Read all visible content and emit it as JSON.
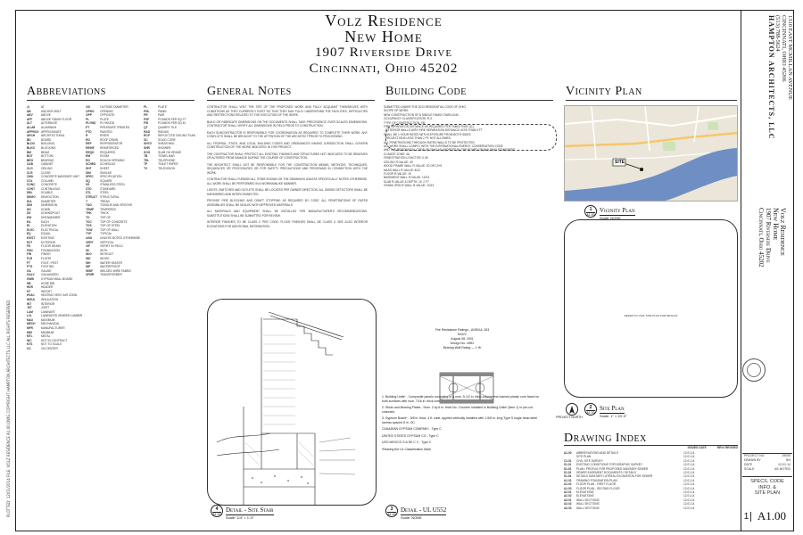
{
  "project": {
    "name": "Volz Residence",
    "subtitle": "New Home",
    "street": "1907 Riverside Drive",
    "city": "Cincinnati, Ohio  45202"
  },
  "sections": {
    "abbreviations": "Abbreviations",
    "general_notes": "General Notes",
    "building_code": "Building Code",
    "vicinity_plan": "Vicinity Plan",
    "drawing_index": "Drawing Index"
  },
  "abbreviations": [
    [
      {
        "k": "@",
        "v": "AT"
      },
      {
        "k": "AB",
        "v": "ANCHOR BOLT"
      },
      {
        "k": "ABV",
        "v": "ABOVE"
      },
      {
        "k": "AFF",
        "v": "ABOVE FINISH FLOOR"
      },
      {
        "k": "ALT",
        "v": "ALTERNATE"
      },
      {
        "k": "ALUM",
        "v": "ALUMINUM"
      },
      {
        "k": "APPROX",
        "v": "APPROXIMATE"
      },
      {
        "k": "ARCH",
        "v": "ARCHITECTURAL"
      },
      {
        "k": "BD",
        "v": "BOARD"
      },
      {
        "k": "BLDG",
        "v": "BUILDING"
      },
      {
        "k": "BLKG",
        "v": "BLOCKING"
      },
      {
        "k": "BM",
        "v": "BEAM"
      },
      {
        "k": "BOT",
        "v": "BOTTOM"
      },
      {
        "k": "BRG",
        "v": "BEARING"
      },
      {
        "k": "CAB",
        "v": "CABINET"
      },
      {
        "k": "CLG",
        "v": "CEILING"
      },
      {
        "k": "CLR",
        "v": "CLEAR"
      },
      {
        "k": "CMU",
        "v": "CONCRETE MASONRY UNIT"
      },
      {
        "k": "COL",
        "v": "COLUMN"
      },
      {
        "k": "CONC",
        "v": "CONCRETE"
      },
      {
        "k": "CONT",
        "v": "CONTINUOUS"
      },
      {
        "k": "DBL",
        "v": "DOUBLE"
      },
      {
        "k": "DEMO",
        "v": "DEMOLITION"
      },
      {
        "k": "DIA",
        "v": "DIAMETER"
      },
      {
        "k": "DIM",
        "v": "DIMENSION"
      },
      {
        "k": "DN",
        "v": "DOWN"
      },
      {
        "k": "DS",
        "v": "DOWNSPOUT"
      },
      {
        "k": "DW",
        "v": "DISHWASHER"
      },
      {
        "k": "EA",
        "v": "EACH"
      },
      {
        "k": "EL",
        "v": "ELEVATION"
      },
      {
        "k": "ELEC",
        "v": "ELECTRICAL"
      },
      {
        "k": "EQ",
        "v": "EQUAL"
      },
      {
        "k": "EXIST",
        "v": "EXISTING"
      },
      {
        "k": "EXT",
        "v": "EXTERIOR"
      },
      {
        "k": "FD",
        "v": "FLOOR DRAIN"
      },
      {
        "k": "FDN",
        "v": "FOUNDATION"
      },
      {
        "k": "FIN",
        "v": "FINISH"
      },
      {
        "k": "FLR",
        "v": "FLOOR"
      },
      {
        "k": "FT",
        "v": "FOOT / FEET"
      },
      {
        "k": "FTG",
        "v": "FOOTING"
      },
      {
        "k": "GA",
        "v": "GAUGE"
      },
      {
        "k": "GALV",
        "v": "GALVANIZED"
      },
      {
        "k": "GWB",
        "v": "GYPSUM WALL BOARD"
      },
      {
        "k": "HB",
        "v": "HOSE BIB"
      },
      {
        "k": "HDR",
        "v": "HEADER"
      },
      {
        "k": "HT",
        "v": "HEIGHT"
      },
      {
        "k": "HVAC",
        "v": "HEATING VENT. AIR COND."
      },
      {
        "k": "INSUL",
        "v": "INSULATION"
      },
      {
        "k": "INT",
        "v": "INTERIOR"
      },
      {
        "k": "JST",
        "v": "JOIST"
      },
      {
        "k": "LAM",
        "v": "LAMINATE"
      },
      {
        "k": "LVL",
        "v": "LAMINATED VENEER LUMBER"
      },
      {
        "k": "MAX",
        "v": "MAXIMUM"
      },
      {
        "k": "MECH",
        "v": "MECHANICAL"
      },
      {
        "k": "MFR",
        "v": "MANUFACTURER"
      },
      {
        "k": "MIN",
        "v": "MINIMUM"
      },
      {
        "k": "MTL",
        "v": "METAL"
      },
      {
        "k": "NIC",
        "v": "NOT IN CONTRACT"
      },
      {
        "k": "NTS",
        "v": "NOT TO SCALE"
      },
      {
        "k": "OC",
        "v": "ON CENTER"
      }
    ],
    [
      {
        "k": "OD",
        "v": "OUTSIDE DIAMETER"
      },
      {
        "k": "OPNG",
        "v": "OPENING"
      },
      {
        "k": "OPP",
        "v": "OPPOSITE"
      },
      {
        "k": "PL",
        "v": "PLATE"
      },
      {
        "k": "PLYWD",
        "v": "PLYWOOD"
      },
      {
        "k": "PT",
        "v": "PRESSURE TREATED"
      },
      {
        "k": "PTD",
        "v": "PAINTED"
      },
      {
        "k": "R",
        "v": "RISER"
      },
      {
        "k": "RD",
        "v": "ROOF DRAIN"
      },
      {
        "k": "REF",
        "v": "REFRIGERATOR"
      },
      {
        "k": "REINF",
        "v": "REINFORCED"
      },
      {
        "k": "REQD",
        "v": "REQUIRED"
      },
      {
        "k": "RM",
        "v": "ROOM"
      },
      {
        "k": "RO",
        "v": "ROUGH OPENING"
      },
      {
        "k": "SCHED",
        "v": "SCHEDULE"
      },
      {
        "k": "SHT",
        "v": "SHEET"
      },
      {
        "k": "SIM",
        "v": "SIMILAR"
      },
      {
        "k": "SPEC",
        "v": "SPECIFICATION"
      },
      {
        "k": "SQ",
        "v": "SQUARE"
      },
      {
        "k": "SS",
        "v": "STAINLESS STEEL"
      },
      {
        "k": "STD",
        "v": "STANDARD"
      },
      {
        "k": "STL",
        "v": "STEEL"
      },
      {
        "k": "STRUCT",
        "v": "STRUCTURAL"
      },
      {
        "k": "T",
        "v": "TREAD"
      },
      {
        "k": "T&G",
        "v": "TONGUE AND GROOVE"
      },
      {
        "k": "TEMP",
        "v": "TEMPERED"
      },
      {
        "k": "THK",
        "v": "THICK"
      },
      {
        "k": "TO",
        "v": "TOP OF"
      },
      {
        "k": "TOC",
        "v": "TOP OF CONCRETE"
      },
      {
        "k": "TOS",
        "v": "TOP OF STEEL"
      },
      {
        "k": "TOW",
        "v": "TOP OF WALL"
      },
      {
        "k": "TYP",
        "v": "TYPICAL"
      },
      {
        "k": "UNO",
        "v": "UNLESS NOTED OTHERWISE"
      },
      {
        "k": "VERT",
        "v": "VERTICAL"
      },
      {
        "k": "VIF",
        "v": "VERIFY IN FIELD"
      },
      {
        "k": "W/",
        "v": "WITH"
      },
      {
        "k": "W/O",
        "v": "WITHOUT"
      },
      {
        "k": "WD",
        "v": "WOOD"
      },
      {
        "k": "WH",
        "v": "WATER HEATER"
      },
      {
        "k": "WP",
        "v": "WATERPROOF"
      },
      {
        "k": "WWF",
        "v": "WELDED WIRE FABRIC"
      },
      {
        "k": "XFMR",
        "v": "TRANSFORMER"
      }
    ],
    [
      {
        "k": "PL",
        "v": "PLATE"
      },
      {
        "k": "PNL",
        "v": "PANEL"
      },
      {
        "k": "PR",
        "v": "PAIR"
      },
      {
        "k": "PSF",
        "v": "POUNDS PER SQ FT"
      },
      {
        "k": "PSI",
        "v": "POUNDS PER SQ IN"
      },
      {
        "k": "QT",
        "v": "QUARRY TILE"
      },
      {
        "k": "RAD",
        "v": "RADIUS"
      },
      {
        "k": "RCP",
        "v": "REFLECTED CEILING PLAN"
      },
      {
        "k": "SC",
        "v": "SOLID CORE"
      },
      {
        "k": "SHTG",
        "v": "SHEATHING"
      },
      {
        "k": "SHR",
        "v": "SHOWER"
      },
      {
        "k": "SOG",
        "v": "SLAB ON GRADE"
      },
      {
        "k": "TB",
        "v": "TOWEL BAR"
      },
      {
        "k": "TEL",
        "v": "TELEPHONE"
      },
      {
        "k": "TP",
        "v": "TOILET PAPER"
      },
      {
        "k": "TV",
        "v": "TELEVISION"
      }
    ]
  ],
  "general_notes": [
    "CONTRACTOR SHALL VISIT THE SITE OF THE PROPOSED WORK AND FULLY ACQUAINT THEMSELVES WITH CONDITIONS AS THEY CURRENTLY EXIST SO THAT THEY MAY FULLY UNDERSTAND THE FACILITIES, DIFFICULTIES AND RESTRICTIONS RELATED TO THE EXECUTION OF THE WORK.",
    "BUILD OR FABRICATE DIMENSIONS ON THE DOCUMENTS SHALL TAKE PRECEDENCE OVER SCALED DIMENSIONS. CONTRACTOR SHALL VERIFY ALL DIMENSIONS IN FIELD PRIOR TO CONSTRUCTION.",
    "EACH SUBCONTRACTOR IS RESPONSIBLE FOR COORDINATION AS REQUIRED TO COMPLETE THEIR WORK. ANY CONFLICTS SHALL BE BROUGHT TO THE ATTENTION OF THE ARCHITECT PRIOR TO PROCEEDING.",
    "ALL FEDERAL, STATE, AND LOCAL BUILDING CODES AND ORDINANCES HAVING JURISDICTION SHALL GOVERN CONSTRUCTION OF THE WORK INDICATED IN THIS PROJECT.",
    "THE CONTRACTOR SHALL PROTECT ALL EXISTING FINISHES AND STRUCTURES NOT INDICATED TO BE REMOVED OR ALTERED FROM DAMAGE DURING THE COURSE OF CONSTRUCTION.",
    "THE ARCHITECT SHALL NOT BE RESPONSIBLE FOR THE CONSTRUCTION MEANS, METHODS, TECHNIQUES, SEQUENCES OR PROCEDURES OR FOR SAFETY PRECAUTIONS AND PROGRAMS IN CONNECTION WITH THE WORK.",
    "CONTRACTOR SHALL FURNISH ALL ITEMS SHOWN ON THE DRAWINGS UNLESS SPECIFICALLY NOTED OTHERWISE. ALL WORK SHALL BE PERFORMED IN A WORKMANLIKE MANNER.",
    "LIGHTS, SWITCHES AND OUTLETS SHALL BE LOCATED PER OWNER DIRECTION. ALL SMOKE DETECTORS SHALL BE HARDWIRED AND INTERCONNECTED.",
    "PROVIDE FIRE BLOCKING AND DRAFT STOPPING AS REQUIRED BY CODE. ALL PENETRATIONS OF RATED ASSEMBLIES SHALL BE SEALED WITH APPROVED MATERIALS.",
    "ALL MATERIALS AND EQUIPMENT SHALL BE INSTALLED PER MANUFACTURER'S RECOMMENDATIONS. SUBSTITUTIONS SHALL BE SUBMITTED FOR REVIEW.",
    "INTERIOR FINISHES TO BE CLASS C PER CODE. FLOOR FINISHES SHALL BE CLASS II. SEE ALSO INTERIOR ELEVATIONS FOR ADDITIONAL INFORMATION."
  ],
  "building_code": [
    "SUBMITTED UNDER THE 2013 RESIDENTIAL CODE OF OHIO",
    "SCOPE OF WORK:",
    "NEW CONSTRUCTION OF A SINGLE FAMILY DWELLING",
    "OCCUPANCY CLASSIFICATION: R-3",
    "TYPE OF CONSTRUCTION: VB",
    "FIRE SEPARATION DISTANCE AS REQUIRED PER TABLE R302.1(1)",
    "- EXTERIOR WALLS WITH FIRE SEPARATION DISTANCE LESS THAN 5 FT",
    "  SHALL BE 1 HOUR RATED WITH EXPOSURE FROM BOTH SIDES",
    "- PROJECTIONS LESS THAN 2 FT: NOT ALLOWED",
    "ALL PENETRATIONS THROUGH RATED WALLS TO BE PROTECTED",
    "ALL WORK SHALL COMPLY WITH THE INTERNATIONAL ENERGY CONSERVATION CODE",
    "AND THE RESIDENTIAL CODE OF OHIO AS ADOPTED BY THE BOARD OF BUILDING STANDARDS",
    "CLIMATE ZONE: 4A",
    "FENESTRATION U-FACTOR: 0.35",
    "CEILING R-VALUE: 49",
    "WOOD FRAME WALL R-VALUE: 20 OR 13+5",
    "MASS WALL R-VALUE: 8/13",
    "FLOOR R-VALUE: 19",
    "BASEMENT WALL R-VALUE: 10/13",
    "SLAB R-VALUE & DEPTH: 10, 2 FT",
    "CRAWL SPACE WALL R-VALUE: 10/13"
  ],
  "vicinity": {
    "map_site_label": "SITE",
    "detail_number": "1",
    "sheet_ref": "A1.00",
    "title": "Vicinity Plan",
    "scale": "Scale: NONE"
  },
  "site_plan": {
    "note": "REFER TO CIVIL SITE PLAN FOR DETAILS",
    "north_label": "PROJECT NORTH",
    "detail_number": "2",
    "sheet_ref": "A1.00",
    "title": "Site Plan",
    "scale": "Scale: 1\" = 20'-0\""
  },
  "stair_detail": {
    "detail_number": "4",
    "sheet_ref": "A1.00",
    "title": "Detail - Site Stair",
    "scale": "Scale: 1/4\" = 1'-0\""
  },
  "ul_detail": {
    "detail_number": "3",
    "sheet_ref": "A1.00",
    "title": "Detail - UL U552",
    "scale": "Scale: NONE",
    "head": [
      "Fire Resistance Ratings - ANSI/UL 263",
      "BXUV",
      "August 08, 2001",
      "Design No. U552",
      "Bearing Wall Rating — 1 Hr"
    ],
    "body": [
      "1. Building Units* - Composite panels consisting of a nom. 5-1/2 in. thick polystyrene foamed plastic core faced on both surfaces with nom. 7/16 in. thick oriented strand board.",
      "2. Studs and Bearing Plates - Nom. 2 by 6 in. thick No. 2 lumber installed in Building Units* (item 1) in pre-cut channels.",
      "3. Gypsum Board* - 5/8 in. thick, 4 ft. wide, applied vertically installed with 1-5/8 in. long Type S bugle head steel screws spaced 8 in. OC.",
      "CANADIAN GYPSUM COMPANY - Type C",
      "UNITED STATES GYPSUM CO - Type C",
      "USG MEXICO S A DE C V - Type C",
      "*Bearing the UL Classification Mark"
    ]
  },
  "drawing_index": {
    "col_issued": "ISSUED DATE",
    "col_rev": "REV# REVISED",
    "rows": [
      {
        "no": "A1.00",
        "name": "ABBREVIATIONS AND DETAILS",
        "date": "12.01.14"
      },
      {
        "no": "",
        "name": "SITE PLAN",
        "date": "12.01.14"
      },
      {
        "no": "C1.01",
        "name": "CIVIL SITE SURVEY",
        "date": "12.01.14"
      },
      {
        "no": "S1.01",
        "name": "EXISTING CONDITIONS TOPOGRAPHIC SURVEY",
        "date": "12.01.14"
      },
      {
        "no": "S1.02",
        "name": "PLAN / PROFILE FOR PROPOSED SANITARY SEWER",
        "date": "12.01.14"
      },
      {
        "no": "S1.03",
        "name": "SEWER EASEMENT DOCUMENTS / DETAILS",
        "date": "12.01.14"
      },
      {
        "no": "S1.04",
        "name": "DETAILS SANITARY LATERAL EXCAVATION FOR SEWER",
        "date": "12.01.14"
      },
      {
        "no": "A1.01",
        "name": "FRAMING FOUNDATION PLAN",
        "date": "12.01.14"
      },
      {
        "no": "A1.02",
        "name": "FLOOR PLAN - FIRST FLOOR",
        "date": "12.01.14"
      },
      {
        "no": "A1.03",
        "name": "FLOOR PLAN - SECOND FLOOR",
        "date": "12.01.14"
      },
      {
        "no": "A2.01",
        "name": "ELEVATIONS",
        "date": "12.01.14"
      },
      {
        "no": "A2.02",
        "name": "ELEVATIONS",
        "date": "12.01.14"
      },
      {
        "no": "A3.01",
        "name": "WALL SECTIONS",
        "date": "12.01.14"
      },
      {
        "no": "A3.02",
        "name": "WALL SECTIONS",
        "date": "12.01.14"
      },
      {
        "no": "A3.03",
        "name": "WALL SECTIONS",
        "date": "12.01.14"
      }
    ]
  },
  "title_block": {
    "firm_address_1": "1310 EAST MCMILLAN AVENUE",
    "firm_address_2": "CINCINNATI, OHIO 45206",
    "firm_phone": "(513) 788-5624",
    "firm_name": "HAMPTON ARCHITECTS, LLC",
    "proj_name": "Volz Residence",
    "proj_sub": "New Home",
    "proj_street": "1907 Riverside Drive",
    "proj_city": "Cincinnati, Ohio 45202",
    "project_no_label": "PROJECT NO.",
    "project_no": "15005",
    "drawn_label": "DRAWN BY",
    "drawn": "BH",
    "date_label": "DATE",
    "date": "12-01-14",
    "scale_label": "SCALE",
    "scale": "AS NOTED",
    "sheet_content_1": "SPECS. CODE",
    "sheet_content_2": "INFO. &",
    "sheet_content_3": "SITE PLAN",
    "sheet_small": "1",
    "sheet_number": "A1.00"
  },
  "edge_note": "PLOTTED: 12/01/2014  FILE: VOLZ RESIDENCE A1.00.DWG  COPYRIGHT HAMPTON ARCHITECTS LLC  ALL RIGHTS RESERVED",
  "colors": {
    "river": "#6f8fc4",
    "map_land": "#e9e4d8",
    "map_road": "#f6c76a",
    "ink": "#111111"
  }
}
